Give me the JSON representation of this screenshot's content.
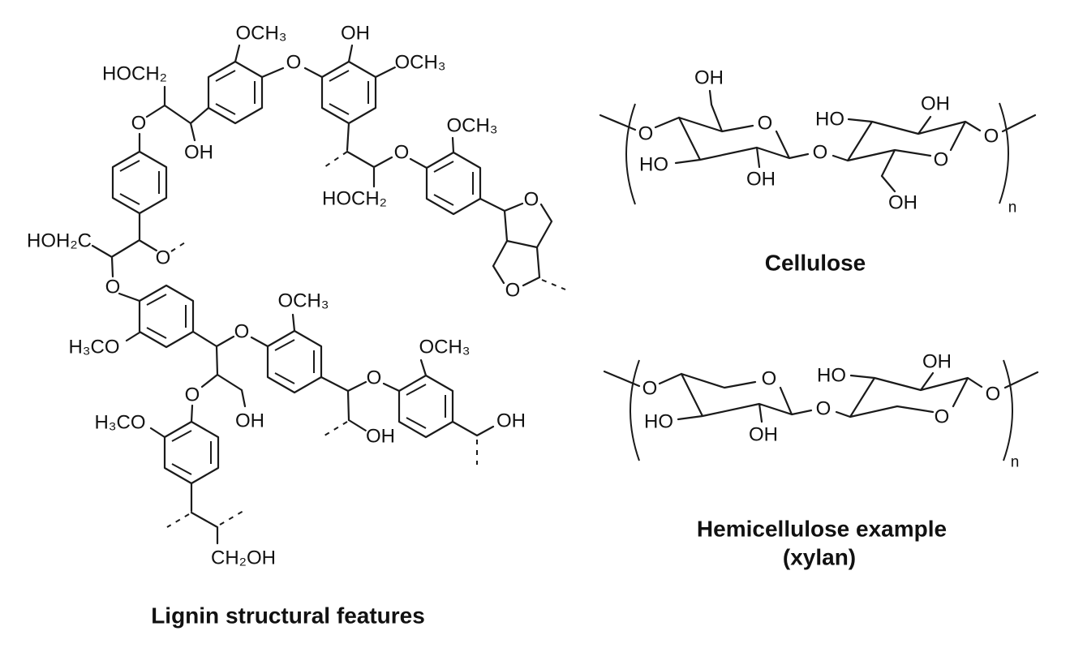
{
  "figure": {
    "background_color": "#ffffff",
    "line_color": "#1a1a1a"
  },
  "lignin": {
    "title": "Lignin structural features",
    "labels": {
      "och3_ring_a": "OCH₃",
      "oh_ring_b_top": "OH",
      "o_bridge_ab": "O",
      "och3_ring_b": "OCH₃",
      "hoch2_top_left": "HOCH₂",
      "o_to_ring_p": "O",
      "och3_ring_e": "OCH₃",
      "oh_chain_top": "OH",
      "o_bridge_to_ring_e": "O",
      "hoch2_mid": "HOCH₂",
      "o_furan_top": "O",
      "hoh2c_left": "HOH₂C",
      "o_dashed_chain": "O",
      "o_to_ring_f": "O",
      "o_furan_bottom": "O",
      "och3_ring_g": "OCH₃",
      "h3co_ring_f": "H₃CO",
      "o_bridge_fg": "O",
      "och3_ring_h": "OCH₃",
      "o_bridge_gh": "O",
      "o_to_ring_i": "O",
      "oh_chain_g": "OH",
      "h3co_ring_i": "H₃CO",
      "oh_chain_h": "OH",
      "oh_chain_mid": "OH",
      "ch2oh_bottom": "CH₂OH"
    }
  },
  "cellulose": {
    "title": "Cellulose",
    "labels": {
      "oh_top": "OH",
      "o_left": "O",
      "ho_left": "HO",
      "o_ring_left": "O",
      "oh_c2_left": "OH",
      "o_glycosidic": "O",
      "ho_right": "HO",
      "oh_c2_right": "OH",
      "o_ring_right": "O",
      "oh_c6_right": "OH",
      "o_right": "O",
      "repeat_subscript": "n"
    }
  },
  "xylan": {
    "title_line1": "Hemicellulose example",
    "title_line2": "(xylan)",
    "labels": {
      "o_left": "O",
      "ho_left": "HO",
      "o_ring_left": "O",
      "oh_c2_left": "OH",
      "o_glycosidic": "O",
      "ho_right": "HO",
      "oh_c2_right": "OH",
      "o_ring_right": "O",
      "o_right": "O",
      "repeat_subscript": "n"
    }
  }
}
